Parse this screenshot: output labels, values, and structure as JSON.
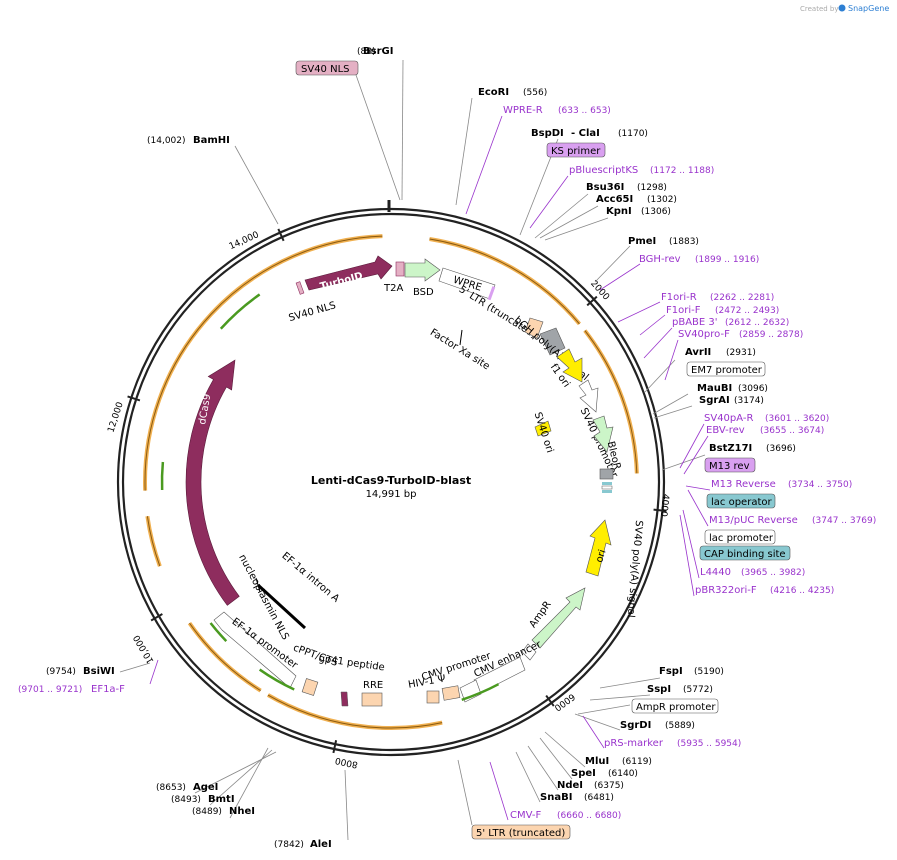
{
  "header": {
    "created_by": "Created by",
    "brand": "SnapGene"
  },
  "plasmid": {
    "name": "Lenti-dCas9-TurboID-blast",
    "size": "14,991 bp"
  },
  "ticks": [
    "2000",
    "4000",
    "6000",
    "8000",
    "10,000",
    "12,000",
    "14,000"
  ],
  "sites": [
    {
      "name": "BsrGI",
      "pos": "(88)"
    },
    {
      "name": "EcoRI",
      "pos": "(556)"
    },
    {
      "name": "BspDI",
      "pos": ""
    },
    {
      "name": "- ClaI",
      "pos": "(1170)"
    },
    {
      "name": "Bsu36I",
      "pos": "(1298)"
    },
    {
      "name": "Acc65I",
      "pos": "(1302)"
    },
    {
      "name": "KpnI",
      "pos": "(1306)"
    },
    {
      "name": "PmeI",
      "pos": "(1883)"
    },
    {
      "name": "AvrII",
      "pos": "(2931)"
    },
    {
      "name": "MauBI",
      "pos": "(3096)"
    },
    {
      "name": "SgrAI",
      "pos": "(3174)"
    },
    {
      "name": "BstZ17I",
      "pos": "(3696)"
    },
    {
      "name": "FspI",
      "pos": "(5190)"
    },
    {
      "name": "SspI",
      "pos": "(5772)"
    },
    {
      "name": "SgrDI",
      "pos": "(5889)"
    },
    {
      "name": "MluI",
      "pos": "(6119)"
    },
    {
      "name": "SpeI",
      "pos": "(6140)"
    },
    {
      "name": "NdeI",
      "pos": "(6375)"
    },
    {
      "name": "SnaBI",
      "pos": "(6481)"
    },
    {
      "name": "AleI",
      "pos": "(7842)"
    },
    {
      "name": "NheI",
      "pos": "(8489)"
    },
    {
      "name": "BmtI",
      "pos": "(8493)"
    },
    {
      "name": "AgeI",
      "pos": "(8653)"
    },
    {
      "name": "BsiWI",
      "pos": "(9754)"
    },
    {
      "name": "BamHI",
      "pos": "(14,002)"
    }
  ],
  "primers": [
    {
      "name": "WPRE-R",
      "pos": "(633 .. 653)"
    },
    {
      "name": "pBluescriptKS",
      "pos": "(1172 .. 1188)"
    },
    {
      "name": "BGH-rev",
      "pos": "(1899 .. 1916)"
    },
    {
      "name": "F1ori-R",
      "pos": "(2262 .. 2281)"
    },
    {
      "name": "F1ori-F",
      "pos": "(2472 .. 2493)"
    },
    {
      "name": "pBABE 3'",
      "pos": "(2612 .. 2632)"
    },
    {
      "name": "SV40pro-F",
      "pos": "(2859 .. 2878)"
    },
    {
      "name": "SV40pA-R",
      "pos": "(3601 .. 3620)"
    },
    {
      "name": "EBV-rev",
      "pos": "(3655 .. 3674)"
    },
    {
      "name": "M13 Reverse",
      "pos": "(3734 .. 3750)"
    },
    {
      "name": "M13/pUC Reverse",
      "pos": "(3747 .. 3769)"
    },
    {
      "name": "L4440",
      "pos": "(3965 .. 3982)"
    },
    {
      "name": "pBR322ori-F",
      "pos": "(4216 .. 4235)"
    },
    {
      "name": "pRS-marker",
      "pos": "(5935 .. 5954)"
    },
    {
      "name": "CMV-F",
      "pos": "(6660 .. 6680)"
    },
    {
      "name": "EF1a-F",
      "pos": "(9701 .. 9721)"
    }
  ],
  "boxed_labels": {
    "sv40_nls": "SV40 NLS",
    "ks_primer": "KS primer",
    "em7": "EM7 promoter",
    "m13_rev": "M13 rev",
    "lac_operator": "lac operator",
    "lac_promoter": "lac promoter",
    "cap_site": "CAP binding site",
    "ampr_promoter": "AmpR promoter",
    "ltr_trunc": "5' LTR (truncated)"
  },
  "features": {
    "turboid": "TurboID",
    "t2a": "T2A",
    "bsd": "BSD",
    "wpre": "WPRE",
    "ltr5": "5' LTR (truncated)",
    "bgh": "bGH poly(A) signal",
    "f1ori": "f1 ori",
    "sv40_promoter": "SV40 promoter",
    "bleor": "BleoR",
    "sv40_ori": "SV40 ori",
    "sv40_polya": "SV40 poly(A) signal",
    "ori": "ori",
    "ampr": "AmpR",
    "cmv_enhancer": "CMV enhancer",
    "cmv_promoter": "CMV promoter",
    "hiv1": "HIV-1 Ψ",
    "rre": "RRE",
    "gp41": "gp41 peptide",
    "cppt": "cPPT/CTS",
    "ef1a_promoter": "EF-1α promoter",
    "ef1a_intron": "EF-1α intron A",
    "nucleoplasmin": "nucleoplasmin NLS",
    "dcas9": "dCas9",
    "sv40_nls_inner": "SV40 NLS",
    "factor_xa": "Factor Xa site"
  },
  "colors": {
    "backbone": "#222222",
    "orange_arc": "#f0b050",
    "green_arrow": "#4a9a20",
    "maroon": "#8e2d5e",
    "light_green": "#ccf5c8",
    "yellow": "#ffee00",
    "peach": "#fcd5b0",
    "grey": "#a0a4a8",
    "primer": "#9933cc",
    "lavender": "#d9a0f0",
    "teal": "#88c8d0",
    "pink": "#e4b0c4"
  }
}
